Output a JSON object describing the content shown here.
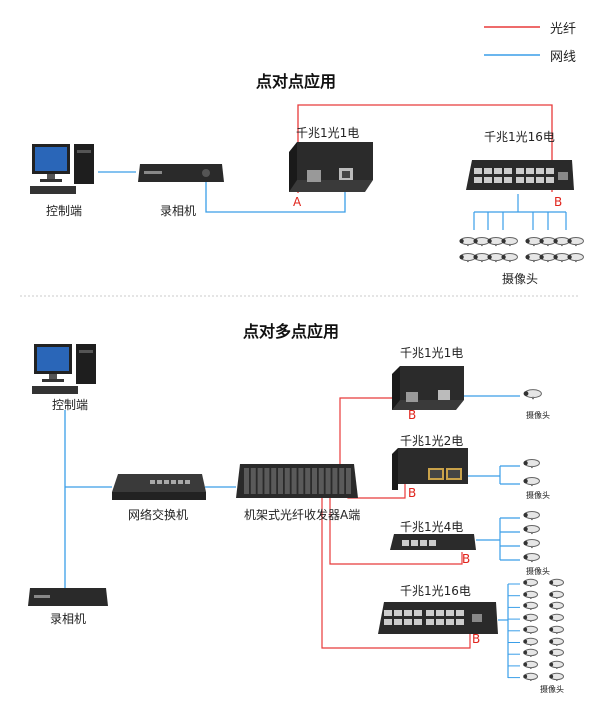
{
  "legend": {
    "fiber_label": "光纤",
    "network_label": "网线",
    "fiber_color": "#e83a3a",
    "network_color": "#3a9ee8"
  },
  "p2p": {
    "title": "点对点应用",
    "console_label": "控制端",
    "recorder_label": "录相机",
    "converter_label": "千兆1光1电",
    "switch_label": "千兆1光16电",
    "port_a": "A",
    "port_b": "B",
    "camera_label": "摄像头"
  },
  "p2mp": {
    "title": "点对多点应用",
    "console_label": "控制端",
    "network_switch_label": "网络交换机",
    "recorder_label": "录相机",
    "rack_label": "机架式光纤收发器A端",
    "devices": [
      {
        "label": "千兆1光1电",
        "port": "B",
        "camera_label": "摄像头"
      },
      {
        "label": "千兆1光2电",
        "port": "B",
        "camera_label": "摄像头"
      },
      {
        "label": "千兆1光4电",
        "port": "B",
        "camera_label": "摄像头"
      },
      {
        "label": "千兆1光16电",
        "port": "B",
        "camera_label": "摄像头"
      }
    ]
  }
}
